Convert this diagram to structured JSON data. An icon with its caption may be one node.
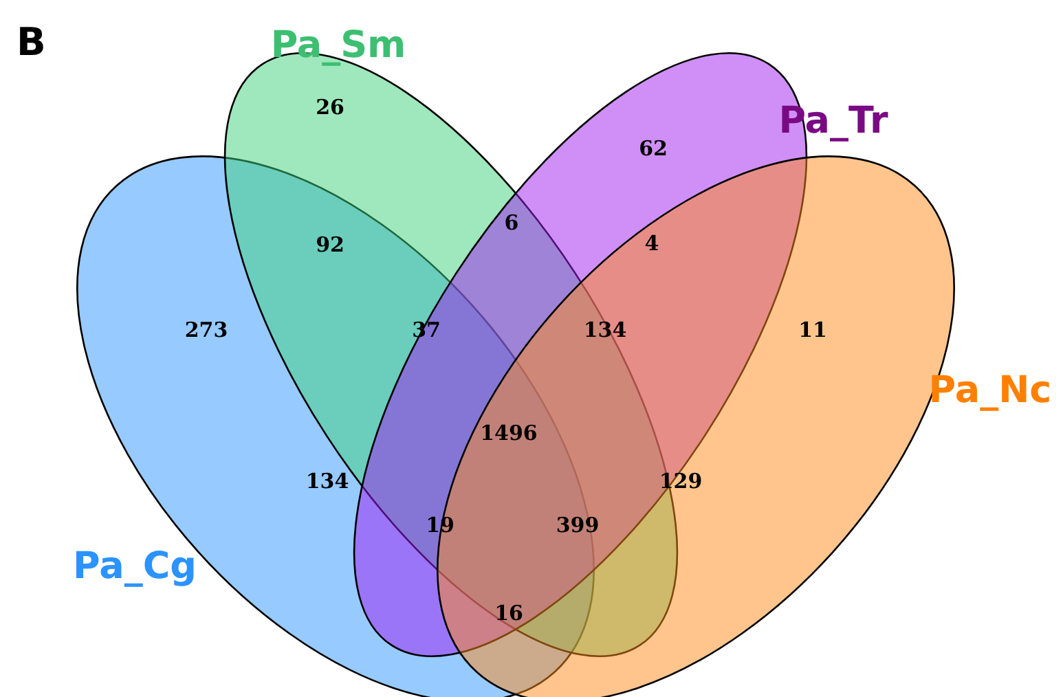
{
  "diagram": {
    "nodes": [
      {
        "text": [
          "Pa_Sm"
        ]
      },
      {
        "text": [
          "Pa_Tr"
        ]
      },
      {
        "text": [
          "Pa_Nc"
        ]
      },
      {
        "text": [
          "Pa_Cg"
        ]
      }
    ],
    "labels": [
      "B",
      "26",
      "62",
      "6",
      "92",
      "4",
      "273",
      "37",
      "134",
      "11",
      "1496",
      "134",
      "129",
      "19",
      "399",
      "16"
    ]
  }
}
